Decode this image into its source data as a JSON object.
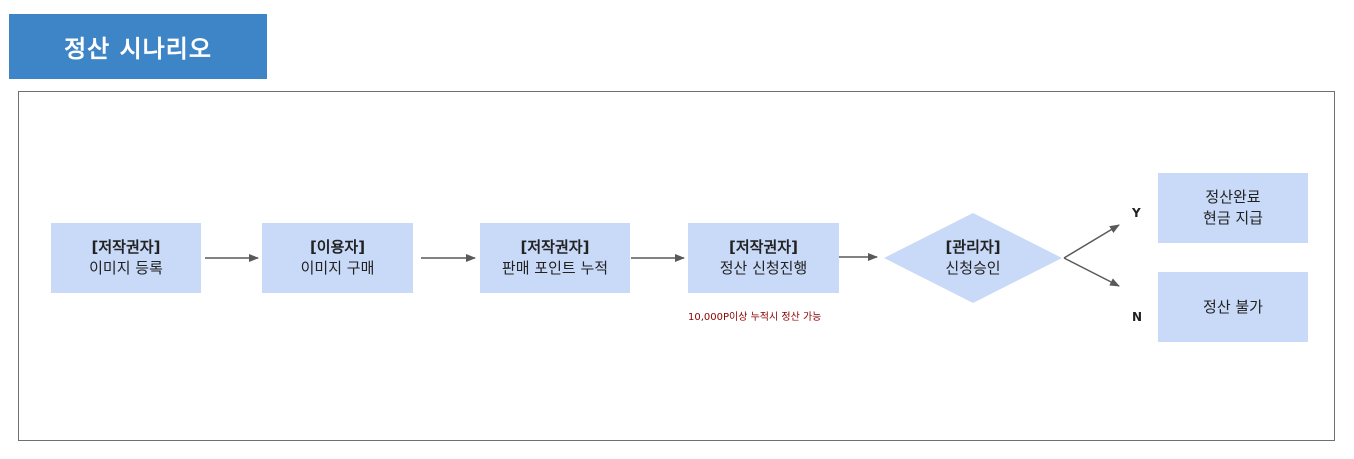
{
  "title": "정산 시나리오",
  "steps": [
    {
      "role": "[저작권자]",
      "action": "이미지 등록"
    },
    {
      "role": "[이용자]",
      "action": "이미지 구매"
    },
    {
      "role": "[저작권자]",
      "action": "판매 포인트 누적"
    },
    {
      "role": "[저작권자]",
      "action": "정산 신청진행"
    }
  ],
  "decision": {
    "role": "[관리자]",
    "action": "신청승인"
  },
  "note": "10,000P이상 누적시 정산 가능",
  "branches": {
    "yes": {
      "label": "Y",
      "line1": "정산완료",
      "line2": "현금 지급"
    },
    "no": {
      "label": "N",
      "line1": "정산 불가"
    }
  },
  "colors": {
    "title_bg": "#3d85c6",
    "box_fill": "#c9daf8",
    "note_text": "#8b0000",
    "arrow": "#595959"
  }
}
